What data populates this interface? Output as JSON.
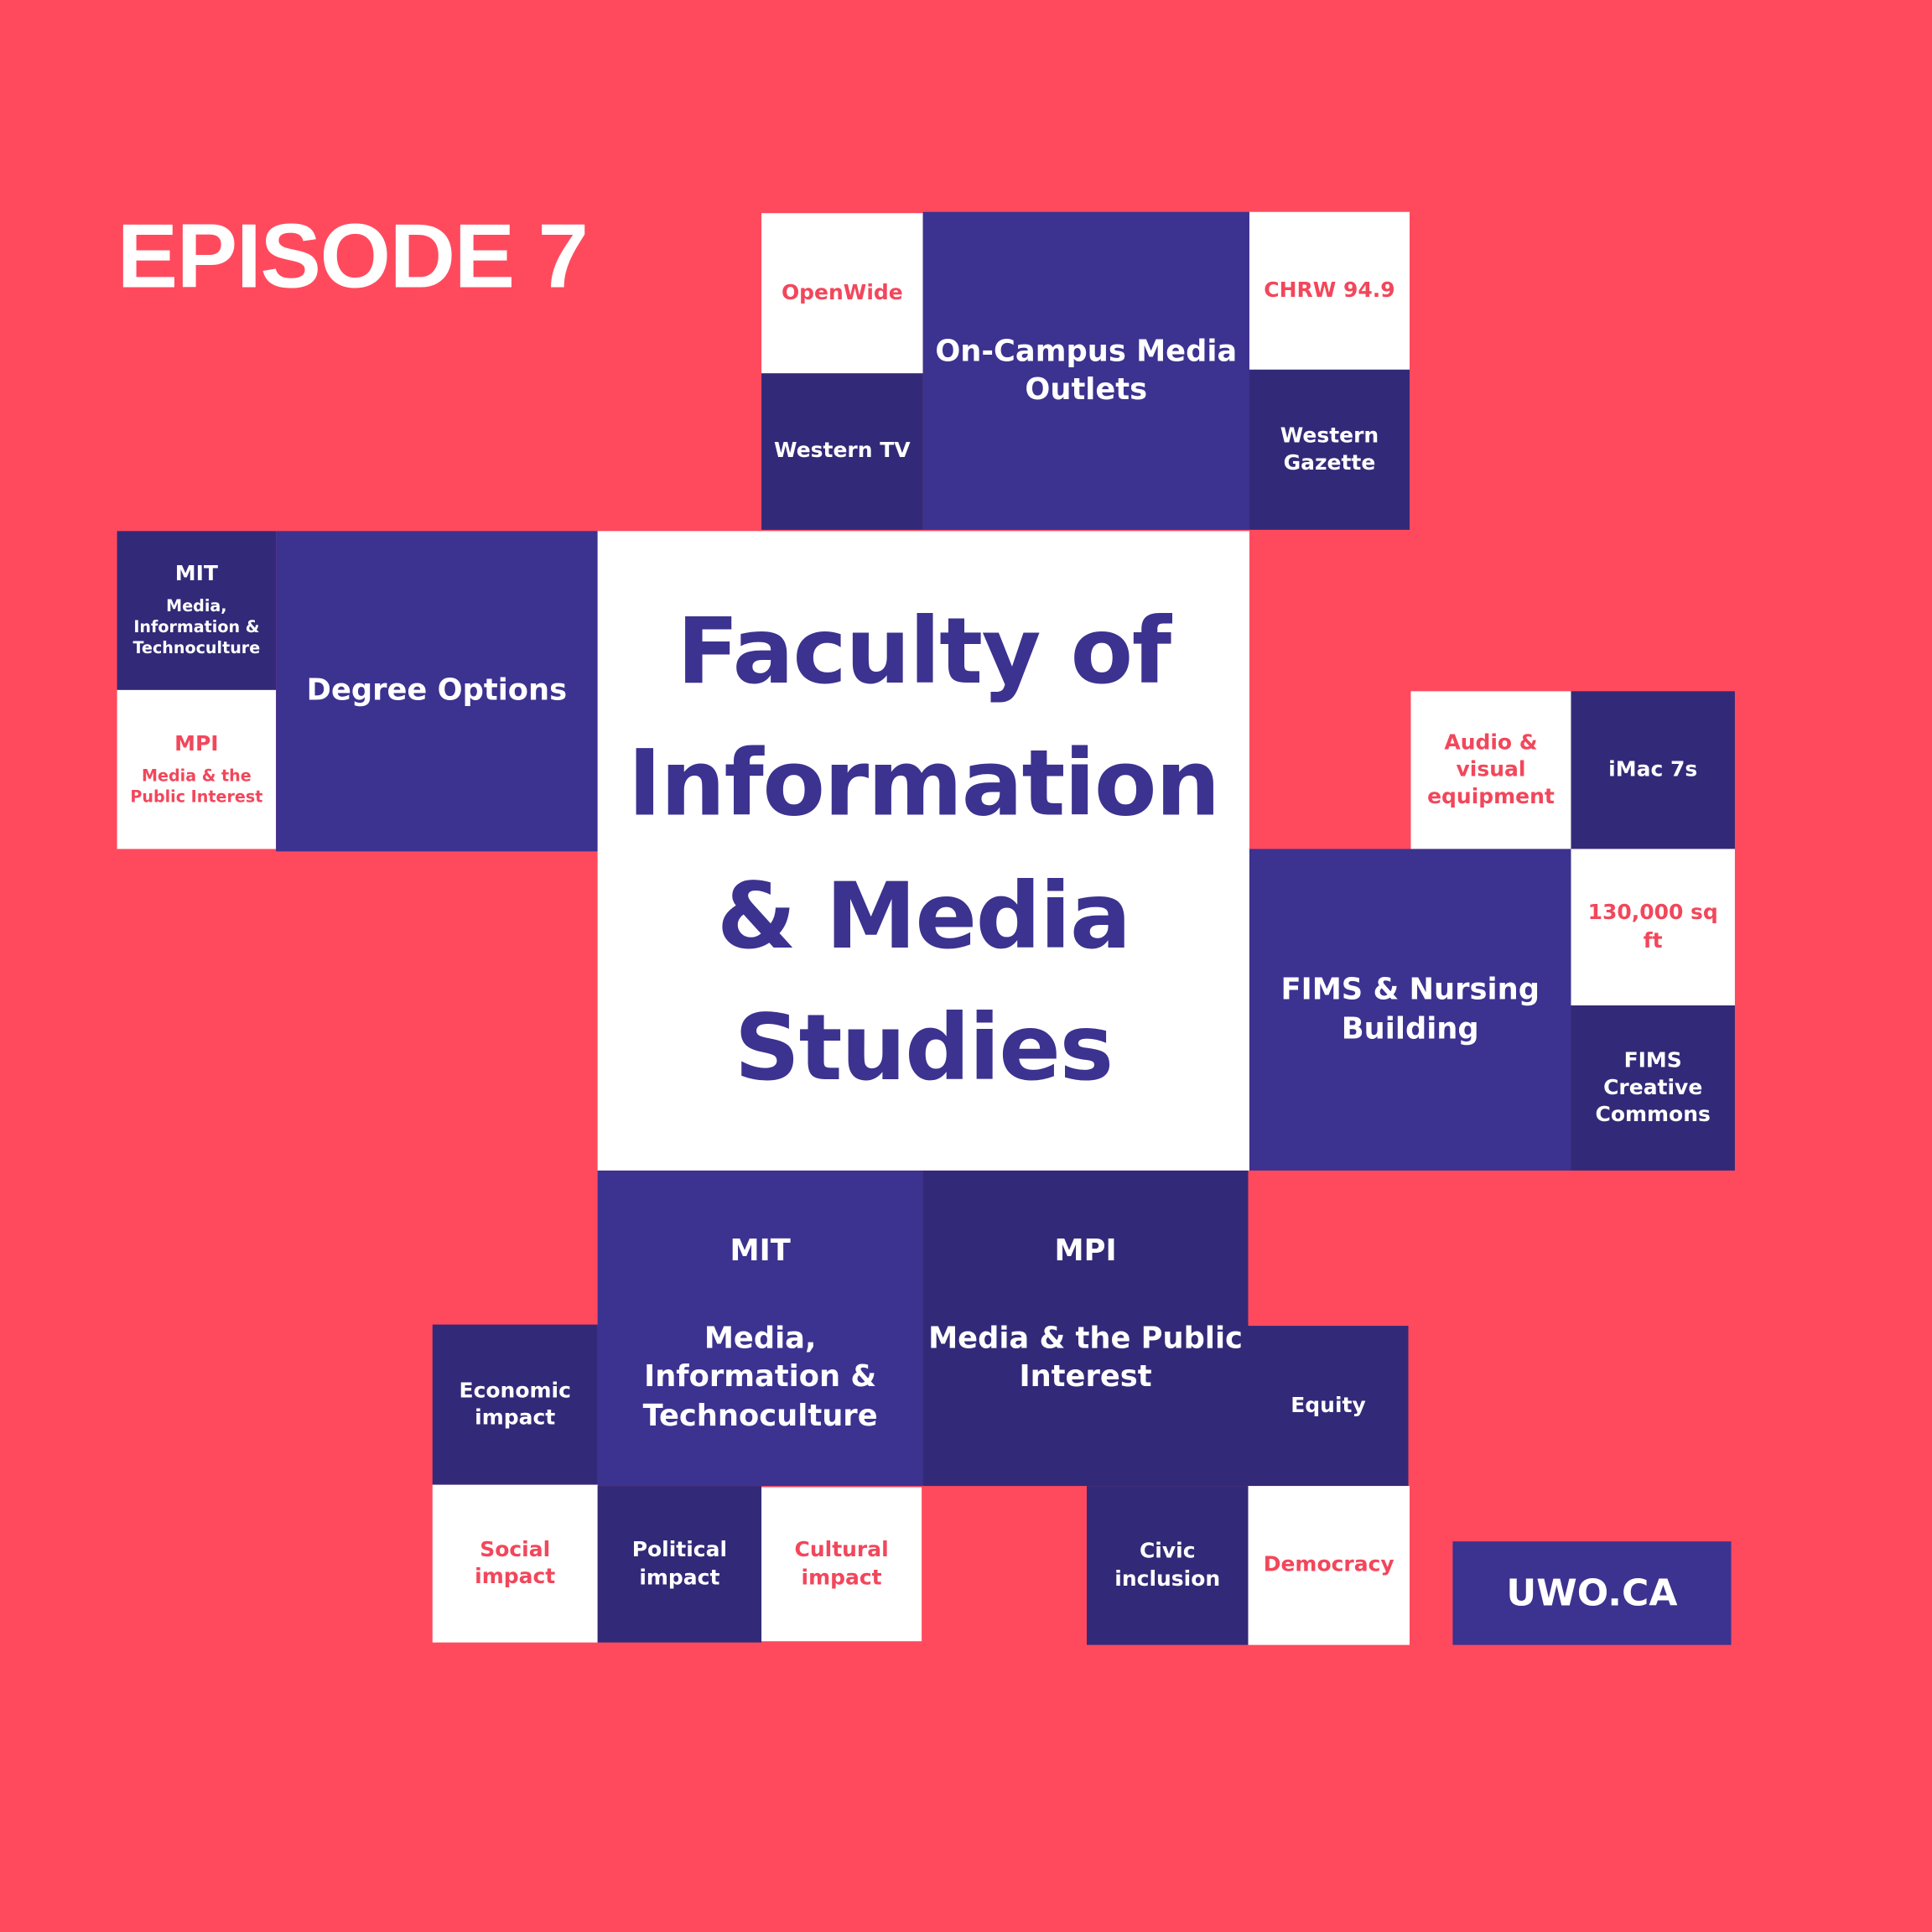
{
  "episode": "EPISODE 7",
  "center_title": "Faculty of Information & Media Studies",
  "outlets": {
    "title": "On-Campus Media Outlets",
    "items": [
      "OpenWide",
      "Western TV",
      "CHRW 94.9",
      "Western Gazette"
    ]
  },
  "degrees": {
    "title": "Degree Options",
    "mit_abbr": "MIT",
    "mit_name": "Media, Information & Technoculture",
    "mpi_abbr": "MPI",
    "mpi_name": "Media & the Public Interest"
  },
  "building": {
    "title": "FIMS & Nursing Building",
    "items": [
      "Audio & visual equipment",
      "iMac 7s",
      "130,000 sq ft",
      "FIMS Creative Commons"
    ]
  },
  "mit": {
    "abbr": "MIT",
    "name": "Media, Information & Technoculture",
    "impacts": [
      "Economic impact",
      "Social impact",
      "Political impact",
      "Cultural impact"
    ]
  },
  "mpi": {
    "abbr": "MPI",
    "name": "Media & the Public Interest",
    "themes": [
      "Equity",
      "Civic inclusion",
      "Democracy"
    ]
  },
  "website": "UWO.CA",
  "colors": {
    "background": "#FF4A5E",
    "primary": "#3C3290",
    "dark": "#322A78",
    "accent_text": "#F2475B"
  }
}
